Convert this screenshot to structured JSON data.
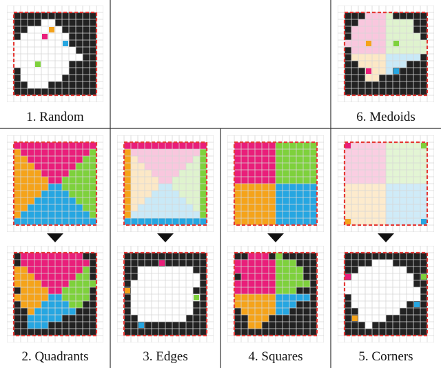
{
  "captions": {
    "random": "1. Random",
    "medoids": "6. Medoids",
    "quadrants": "2. Quadrants",
    "edges": "3. Edges",
    "squares": "4. Squares",
    "corners": "5. Corners"
  },
  "colors": {
    "magenta": "#e91e7a",
    "green": "#7ed13c",
    "orange": "#f5a31a",
    "blue": "#26a6e1",
    "black": "#222222",
    "white": "#ffffff",
    "grid": "#d6d6d6",
    "border_dash": "#e53935",
    "divider": "#333333"
  },
  "icons": {
    "down_arrow": "down-triangle-icon"
  }
}
